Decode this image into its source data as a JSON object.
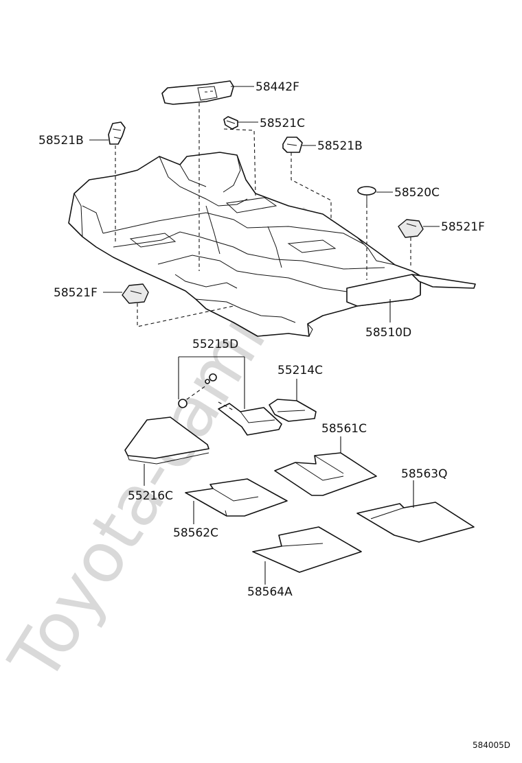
{
  "watermark": "Toyota-camry.ru",
  "diagram_code": "584005D",
  "parts": {
    "p58442F": "58442F",
    "p58521C": "58521C",
    "p58521B_left": "58521B",
    "p58521B_right": "58521B",
    "p58520C": "58520C",
    "p58521F_right": "58521F",
    "p58521F_left": "58521F",
    "p58510D": "58510D",
    "p55215D": "55215D",
    "p55214C": "55214C",
    "p58561C": "58561C",
    "p55216C": "55216C",
    "p58563Q": "58563Q",
    "p58562C": "58562C",
    "p58564A": "58564A"
  }
}
